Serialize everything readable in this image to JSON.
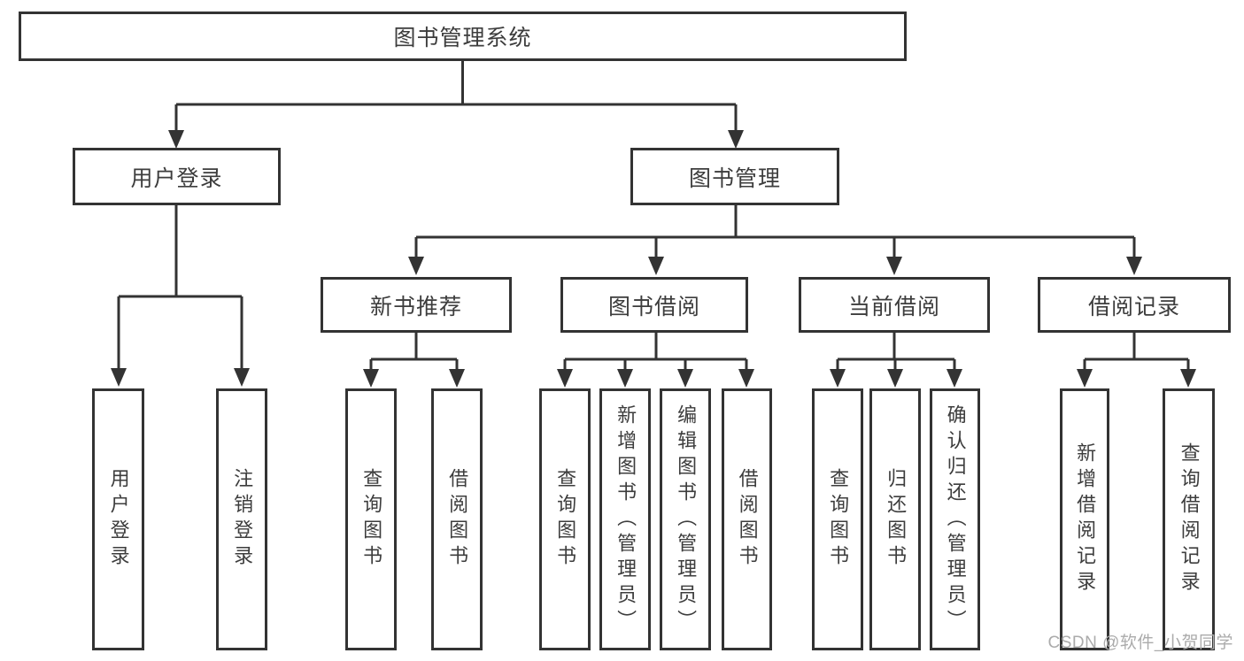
{
  "diagram": {
    "type": "tree",
    "title": "图书管理系统",
    "colors": {
      "line": "#333333",
      "box_border": "#333333",
      "text": "#3d3d3d",
      "watermark": "#ababab",
      "background": "#ffffff"
    },
    "nodes": {
      "root": "图书管理系统",
      "level2": [
        "用户登录",
        "图书管理"
      ],
      "level3": [
        "新书推荐",
        "图书借阅",
        "当前借阅",
        "借阅记录"
      ],
      "leaves": [
        "用户登录",
        "注销登录",
        "查询图书",
        "借阅图书",
        "查询图书",
        "新增图书（管理员）",
        "编辑图书（管理员）",
        "借阅图书",
        "查询图书",
        "归还图书",
        "确认归还（管理员）",
        "新增借阅记录",
        "查询借阅记录"
      ]
    },
    "hierarchy": {
      "图书管理系统": {
        "用户登录": [
          "用户登录",
          "注销登录"
        ],
        "图书管理": {
          "新书推荐": [
            "查询图书",
            "借阅图书"
          ],
          "图书借阅": [
            "查询图书",
            "新增图书（管理员）",
            "编辑图书（管理员）",
            "借阅图书"
          ],
          "当前借阅": [
            "查询图书",
            "归还图书",
            "确认归还（管理员）"
          ],
          "借阅记录": [
            "新增借阅记录",
            "查询借阅记录"
          ]
        }
      }
    },
    "watermark": "CSDN @软件_小贺同学"
  }
}
